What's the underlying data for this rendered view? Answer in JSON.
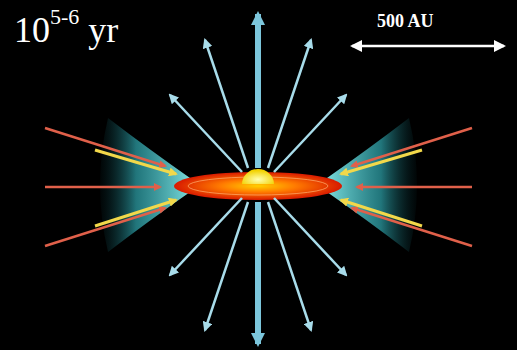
{
  "diagram": {
    "labels": [
      "10",
      "5-6",
      "yr",
      "500 AU"
    ]
  }
}
